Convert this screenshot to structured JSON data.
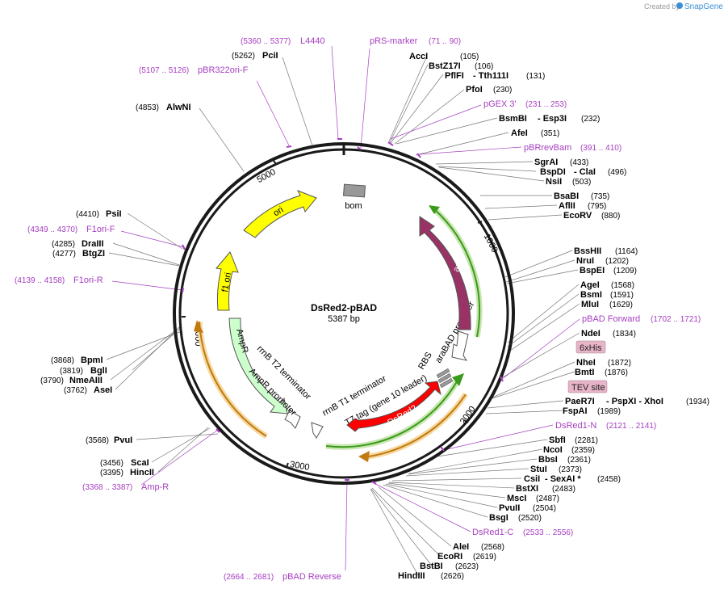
{
  "credit": {
    "prefix": "Created by",
    "brand": "SnapGene"
  },
  "plasmid": {
    "name": "DsRed2-pBAD",
    "size": "5387 bp"
  },
  "ticks": [
    "1000",
    "2000",
    "3000",
    "4000",
    "5000"
  ],
  "features": {
    "ori": "ori",
    "f1ori": "f1 ori",
    "araC": "araC",
    "dsred2": "DsRed2",
    "ampr": "AmpR",
    "ampr_promoter": "AmpR promoter",
    "rrnb_t2": "rrnB T2 terminator",
    "rrnb_t1": "rrnB T1 terminator",
    "t7_tag": "T7 tag (gene 10 leader)",
    "rbs": "RBS",
    "arabad_promoter": "araBAD promoter",
    "bom": "bom"
  },
  "sites": [
    {
      "name": "AccI",
      "pos": "(105)"
    },
    {
      "name": "BstZ17I",
      "pos": "(106)"
    },
    {
      "name": "PflFI",
      "dash": "- Tth111I",
      "pos": "(131)"
    },
    {
      "name": "PfoI",
      "pos": "(230)"
    },
    {
      "name": "BsmBI",
      "dash": "- Esp3I",
      "pos": "(232)"
    },
    {
      "name": "AfeI",
      "pos": "(351)"
    },
    {
      "name": "SgrAI",
      "pos": "(433)"
    },
    {
      "name": "BspDI",
      "dash": "- ClaI",
      "pos": "(496)"
    },
    {
      "name": "NsiI",
      "pos": "(503)"
    },
    {
      "name": "BsaBI",
      "pos": "(735)"
    },
    {
      "name": "AflII",
      "pos": "(795)"
    },
    {
      "name": "EcoRV",
      "pos": "(880)"
    },
    {
      "name": "BssHII",
      "pos": "(1164)"
    },
    {
      "name": "NruI",
      "pos": "(1202)"
    },
    {
      "name": "BspEI",
      "pos": "(1209)"
    },
    {
      "name": "AgeI",
      "pos": "(1568)"
    },
    {
      "name": "BsmI",
      "pos": "(1591)"
    },
    {
      "name": "MluI",
      "pos": "(1629)"
    },
    {
      "name": "NdeI",
      "pos": "(1834)"
    },
    {
      "name": "NheI",
      "pos": "(1872)"
    },
    {
      "name": "BmtI",
      "pos": "(1876)"
    },
    {
      "name": "PaeR7I",
      "dash": "- PspXI - XhoI",
      "pos": "(1934)"
    },
    {
      "name": "FspAI",
      "pos": "(1989)"
    },
    {
      "name": "SbfI",
      "pos": "(2281)"
    },
    {
      "name": "NcoI",
      "pos": "(2359)"
    },
    {
      "name": "BbsI",
      "pos": "(2361)"
    },
    {
      "name": "StuI",
      "pos": "(2373)"
    },
    {
      "name": "CsiI",
      "dash": "- SexAI *",
      "pos": "(2458)"
    },
    {
      "name": "BstXI",
      "pos": "(2483)"
    },
    {
      "name": "MscI",
      "pos": "(2487)"
    },
    {
      "name": "PvuII",
      "pos": "(2504)"
    },
    {
      "name": "BsgI",
      "pos": "(2520)"
    },
    {
      "name": "AleI",
      "pos": "(2568)"
    },
    {
      "name": "EcoRI",
      "pos": "(2619)"
    },
    {
      "name": "BstBI",
      "pos": "(2623)"
    },
    {
      "name": "HindIII",
      "pos": "(2626)"
    },
    {
      "name": "PvuI",
      "pos": "(3568)"
    },
    {
      "name": "ScaI",
      "pos": "(3456)"
    },
    {
      "name": "HincII",
      "pos": "(3395)"
    },
    {
      "name": "BpmI",
      "pos": "(3868)"
    },
    {
      "name": "BglI",
      "pos": "(3819)"
    },
    {
      "name": "NmeAIII",
      "pos": "(3790)"
    },
    {
      "name": "AseI",
      "pos": "(3762)"
    },
    {
      "name": "PsiI",
      "pos": "(4410)"
    },
    {
      "name": "DraIII",
      "pos": "(4285)"
    },
    {
      "name": "BtgZI",
      "pos": "(4277)"
    },
    {
      "name": "AlwNI",
      "pos": "(4853)"
    },
    {
      "name": "PciI",
      "pos": "(5262)"
    }
  ],
  "primers": [
    {
      "name": "L4440",
      "range": "(5360 .. 5377)"
    },
    {
      "name": "pRS-marker",
      "range": "(71 .. 90)"
    },
    {
      "name": "pBR322ori-F",
      "range": "(5107 .. 5126)"
    },
    {
      "name": "pGEX 3'",
      "range": "(231 .. 253)"
    },
    {
      "name": "pBRrevBam",
      "range": "(391 .. 410)"
    },
    {
      "name": "F1ori-F",
      "range": "(4349 .. 4370)"
    },
    {
      "name": "F1ori-R",
      "range": "(4139 .. 4158)"
    },
    {
      "name": "pBAD Forward",
      "range": "(1702 .. 1721)"
    },
    {
      "name": "DsRed1-N",
      "range": "(2121 .. 2141)"
    },
    {
      "name": "DsRed1-C",
      "range": "(2533 .. 2556)"
    },
    {
      "name": "pBAD Reverse",
      "range": "(2664 .. 2681)"
    },
    {
      "name": "Amp-R",
      "range": "(3368 .. 3387)"
    }
  ],
  "boxed": [
    "6xHis",
    "TEV site"
  ],
  "colors": {
    "ori": "#ffff00",
    "araC": "#993366",
    "dsred2": "#ff0000",
    "ampr": "#ccffcc",
    "primer": "#a63ec0",
    "green_arc": "#3a9a1a",
    "orange_arc": "#e0a020",
    "box_fill": "#e8b4c8",
    "bom": "#999999"
  }
}
